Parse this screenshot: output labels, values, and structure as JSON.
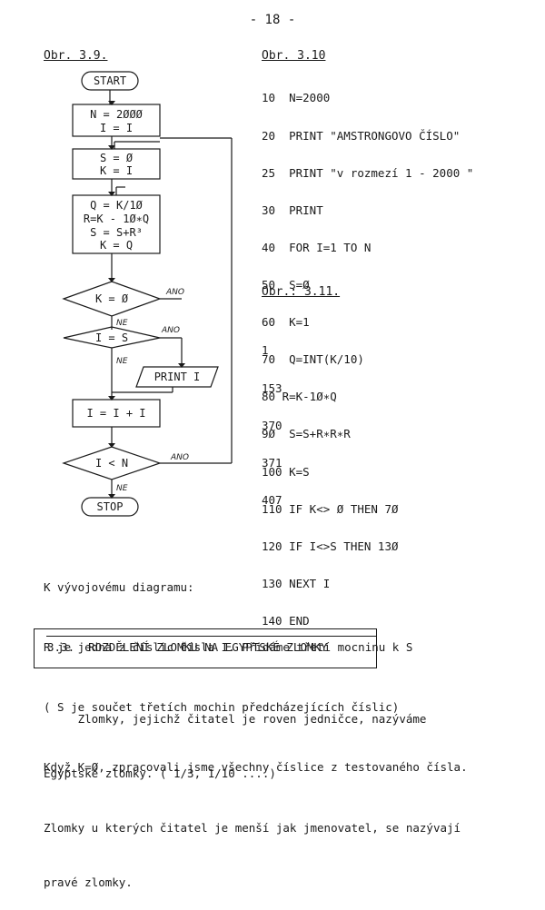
{
  "page_number": "- 18 -",
  "figure_3_9": {
    "caption": "Obr. 3.9.",
    "start": "START",
    "stop": "STOP",
    "box1": [
      "N = 2ØØØ",
      "I = I"
    ],
    "box2": [
      "S = Ø",
      "K = I"
    ],
    "box3": [
      "Q = K/1Ø",
      "R=K - 1Ø∗Q",
      "S = S+R³",
      "K = Q"
    ],
    "decision1": "K = Ø",
    "decision2": "I = S",
    "print_box": "PRINT I",
    "box4": "I = I + I",
    "decision3": "I < N",
    "hand_ano_1": "ANO",
    "hand_ne_1": "NE",
    "hand_ano_2": "ANO",
    "hand_ne_2": "NE",
    "hand_ano_3": "ANO",
    "hand_ne_3": "NE"
  },
  "figure_3_10": {
    "caption": "Obr. 3.10",
    "lines": [
      "10  N=2000",
      "20  PRINT \"AMSTRONGOVO ČÍSLO\"",
      "25  PRINT \"v rozmezí 1 - 2000 \"",
      "30  PRINT",
      "40  FOR I=1 TO N",
      "50  S=Ø",
      "60  K=1",
      "70  Q=INT(K/10)",
      "80 R=K-1Ø∗Q",
      "9Ø  S=S+R∗R∗R",
      "100 K=S",
      "110 IF K<> Ø THEN 7Ø",
      "120 IF I<>S THEN 13Ø",
      "130 NEXT I",
      "140 END"
    ]
  },
  "figure_3_11": {
    "caption": "Obr.: 3.11.",
    "lines": [
      "1",
      "153",
      "370",
      "371",
      "407"
    ]
  },
  "commentary": [
    "K vývojovému diagramu:",
    "R je jedna z číslic čísla I. Přidáme třetí mocninu k S",
    "( S je součet třetích mochin předcházejících číslic)",
    "Když K=Ø, zpracovali jsme všechny číslice z testovaného čísla."
  ],
  "section": {
    "heading": "3.3.  ROZDĚLENÍ ZLOMKU NA EGYPTSKÉ ZLOMKY"
  },
  "body": [
    "     Zlomky, jejichž čitatel je roven jedničce, nazýváme",
    "Egyptské zlomky. ( 1/3, 1/10 ....)",
    "Zlomky u kterých čitatel je menší jak jmenovatel, se nazývají",
    "pravé zlomky."
  ]
}
